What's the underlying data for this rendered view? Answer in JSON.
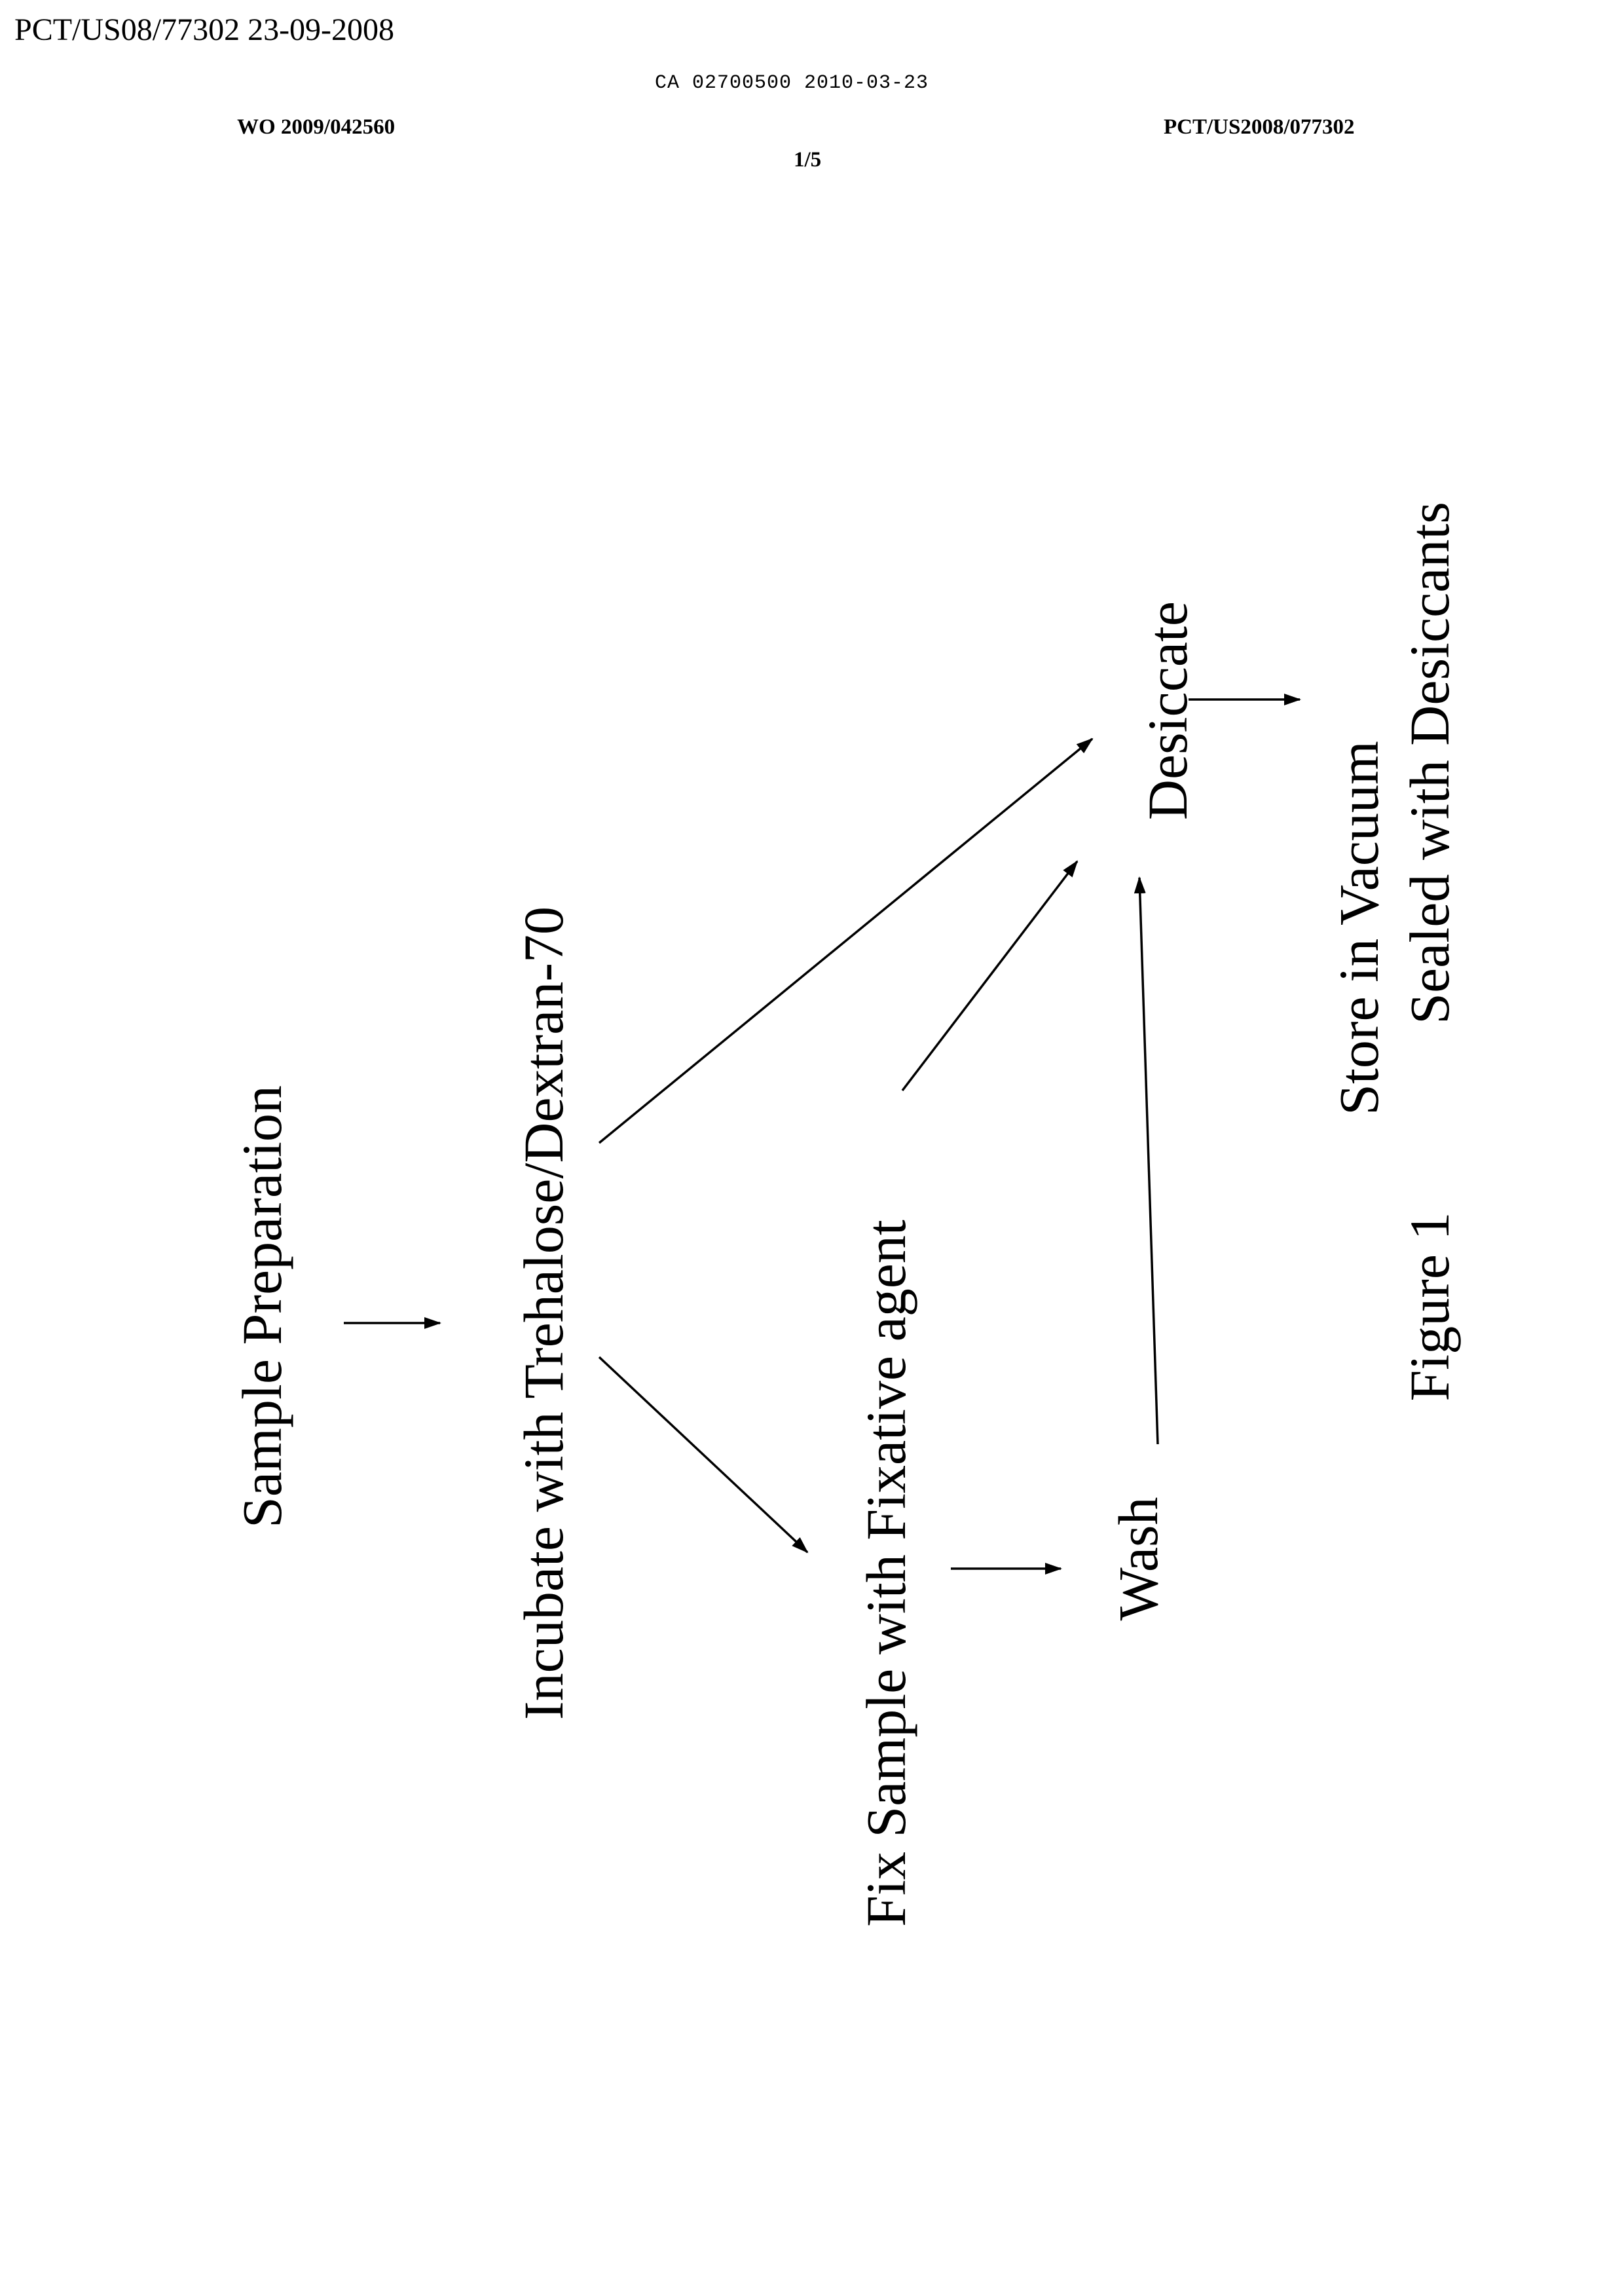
{
  "header": {
    "pct_stamp": "PCT/US08/77302 23-09-2008",
    "ca_number": "CA 02700500 2010-03-23",
    "wo_number": "WO 2009/042560",
    "pct_number": "PCT/US2008/077302",
    "sheet": "1/5"
  },
  "diagram": {
    "steps": {
      "sample_preparation": "Sample Preparation",
      "incubate": "Incubate with Trehalose/Dextran-70",
      "fix_sample": "Fix Sample with Fixative agent",
      "wash": "Wash",
      "desiccate": "Desiccate",
      "store_line1": "Store in Vacuum",
      "store_line2": "Sealed with Desiccants"
    },
    "figure_caption": "Figure 1"
  }
}
